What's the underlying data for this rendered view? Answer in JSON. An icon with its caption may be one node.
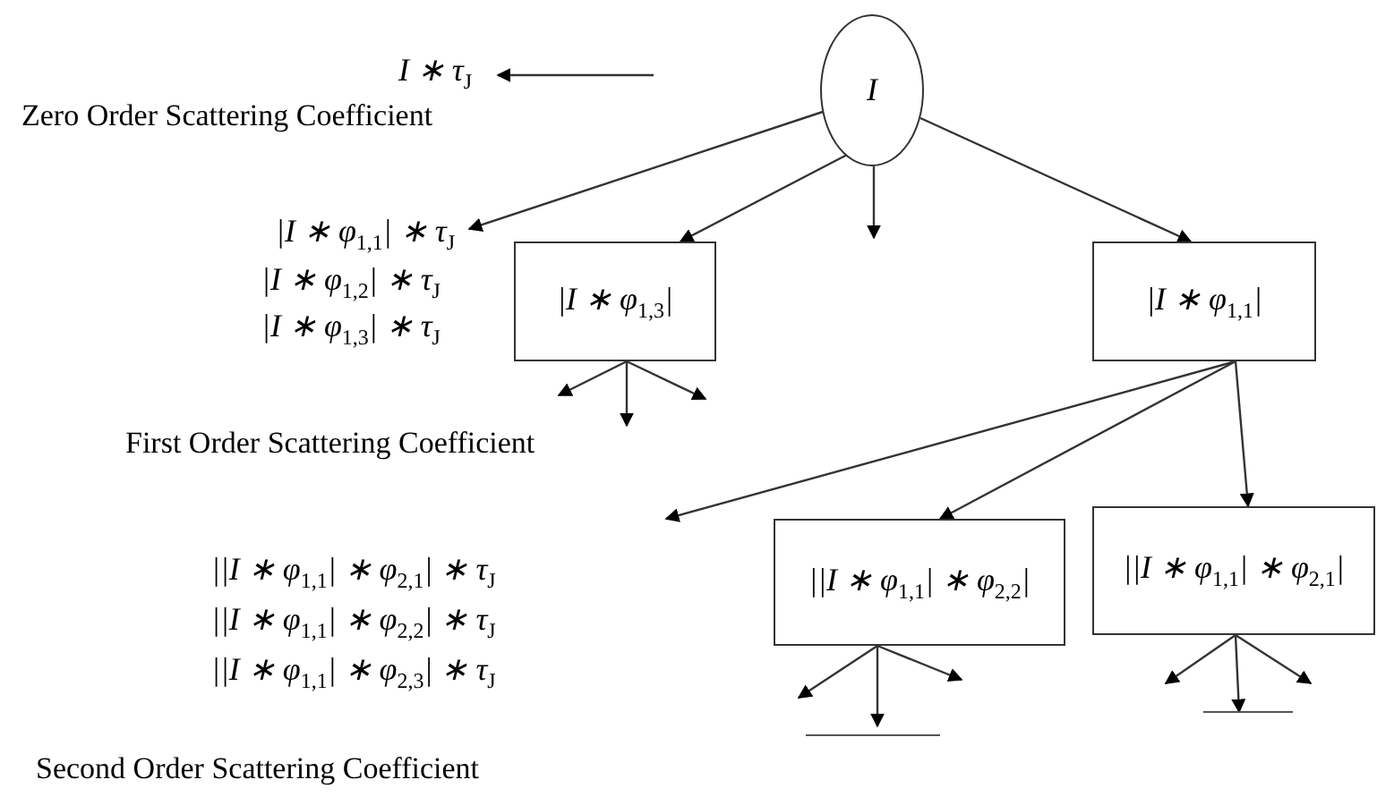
{
  "diagram": {
    "nodes": [
      {
        "text": [
          "I"
        ]
      },
      {
        "text": [
          "I ∗ τ$_{J}$"
        ]
      },
      {
        "text": [
          "|I ∗ φ$_{1,1}$| ∗ τ$_{J}$"
        ]
      },
      {
        "text": [
          "|I ∗ φ$_{1,3}$|"
        ]
      },
      {
        "text": [
          "|I ∗ φ$_{1,1}$|"
        ]
      },
      {
        "text": [
          "||I ∗ φ$_{1,1}$| ∗ φ$_{2,2}$|"
        ]
      },
      {
        "text": [
          "||I ∗ φ$_{1,1}$| ∗ φ$_{2,1}$|"
        ]
      }
    ],
    "edges": [
      {
        "from": null,
        "to": 1,
        "arrow": "to"
      },
      {
        "from": 0,
        "to": 2,
        "arrow": "to"
      },
      {
        "from": 0,
        "to": 3,
        "arrow": "to"
      },
      {
        "from": 0,
        "to": null,
        "arrow": "to"
      },
      {
        "from": 0,
        "to": 4,
        "arrow": "to"
      },
      {
        "from": 3,
        "to": null,
        "arrow": "to"
      },
      {
        "from": 3,
        "to": null,
        "arrow": "to"
      },
      {
        "from": 3,
        "to": null,
        "arrow": "to"
      },
      {
        "from": 4,
        "to": null,
        "arrow": "to"
      },
      {
        "from": 4,
        "to": 5,
        "arrow": "to"
      },
      {
        "from": 4,
        "to": 6,
        "arrow": "to"
      },
      {
        "from": 5,
        "to": null,
        "arrow": "to"
      },
      {
        "from": 5,
        "to": null,
        "arrow": "to"
      },
      {
        "from": 5,
        "to": null,
        "arrow": "to"
      },
      {
        "from": 6,
        "to": null,
        "arrow": "to"
      },
      {
        "from": 6,
        "to": null,
        "arrow": "to"
      },
      {
        "from": 6,
        "to": null,
        "arrow": "to"
      }
    ],
    "labels": [
      "Zero Order Scattering Coefficient",
      "|I ∗ φ$_{1,2}$| ∗ τ$_{J}$",
      "|I ∗ φ$_{1,3}$| ∗ τ$_{J}$",
      "First Order Scattering Coefficient",
      "||I ∗ φ$_{1,1}$| ∗ φ$_{2,1}$| ∗ τ$_{J}$",
      "||I ∗ φ$_{1,1}$| ∗ φ$_{2,2}$| ∗ τ$_{J}$",
      "||I ∗ φ$_{1,1}$| ∗ φ$_{2,3}$| ∗ τ$_{J}$",
      "Second Order Scattering Coefficient"
    ]
  }
}
